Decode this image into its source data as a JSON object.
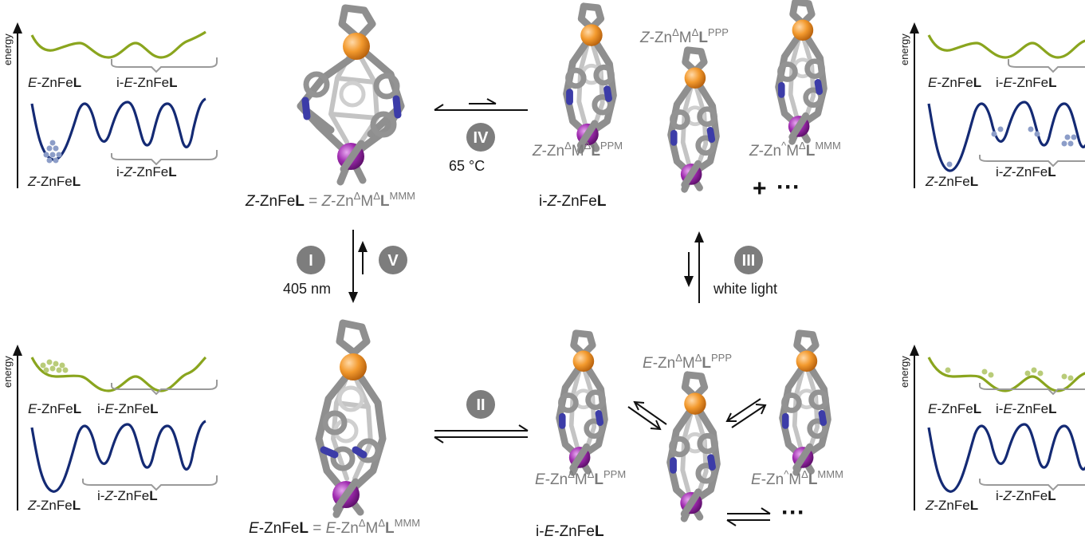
{
  "energy_axis_label": "energy",
  "iso": {
    "e_pre": "E",
    "z_pre": "Z",
    "ie_pre": "i-",
    "ie_mid": "E",
    "iz_pre": "i-",
    "iz_mid": "Z",
    "znfe": "-ZnFe",
    "L": "L",
    "eq": " = ",
    "zn": "-Zn",
    "delta": "Δ",
    "caret": "^",
    "M": "M",
    "MMM": "MMM",
    "PPM": "PPM",
    "PPP": "PPP"
  },
  "steps": {
    "I": "I",
    "II": "II",
    "III": "III",
    "IV": "IV",
    "V": "V"
  },
  "conditions": {
    "I": "405 nm",
    "III": "white light",
    "IV": "65 °C"
  },
  "more": {
    "plus": "+",
    "dots": "···"
  },
  "colors": {
    "E_curve": "#8aa51e",
    "Z_curve": "#142a74",
    "Fe_sphere": "#f39a2e",
    "Zn_sphere": "#a02bb0",
    "N_atom": "#3c3ca8",
    "framework": "#8f8f8f"
  }
}
